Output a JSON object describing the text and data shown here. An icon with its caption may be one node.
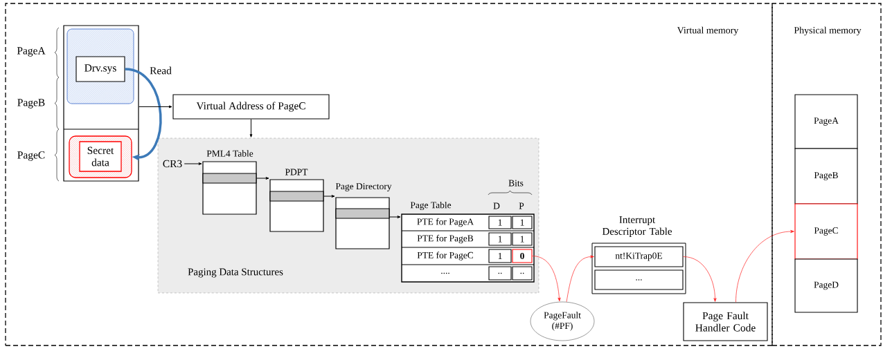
{
  "diagram": {
    "nodes": [
      {
        "text": [
          "Virtual memory"
        ]
      },
      {
        "text": [
          "Physical memory"
        ]
      },
      {
        "text": [],
        "shape": "box",
        "in": 0
      },
      {
        "text": [],
        "shape": "box",
        "in": 2
      },
      {
        "text": [
          "Drv.sys"
        ],
        "in": 3
      },
      {
        "text": [
          "Secret data"
        ],
        "in": 2
      },
      {
        "text": [
          "Virtual Address of PageC"
        ],
        "in": 0
      },
      {
        "text": [
          "Paging Data Structures"
        ],
        "in": 0
      },
      {
        "text": [
          "CR3"
        ],
        "in": 7
      },
      {
        "text": [
          "PML4 Table"
        ],
        "in": 7
      },
      {
        "text": [
          "PDPT"
        ],
        "in": 7
      },
      {
        "text": [
          "Page Directory"
        ],
        "in": 7
      },
      {
        "text": [
          "Page Table"
        ],
        "in": 7
      },
      {
        "text": [
          "PTE for PageA"
        ],
        "in": 12
      },
      {
        "text": [
          "1"
        ],
        "in": 12
      },
      {
        "text": [
          "1"
        ],
        "in": 12
      },
      {
        "text": [
          "PTE for PageB"
        ],
        "in": 12
      },
      {
        "text": [
          "1"
        ],
        "in": 12
      },
      {
        "text": [
          "1"
        ],
        "in": 12
      },
      {
        "text": [
          "PTE for PageC"
        ],
        "in": 12
      },
      {
        "text": [
          "1"
        ],
        "in": 12
      },
      {
        "text": [
          "0"
        ],
        "in": 12
      },
      {
        "text": [
          "...."
        ],
        "in": 12
      },
      {
        "text": [
          ".."
        ],
        "in": 12
      },
      {
        "text": [
          ".."
        ],
        "in": 12
      },
      {
        "text": [
          "Interrupt Descriptor Table"
        ],
        "in": 0
      },
      {
        "text": [
          "nt!KiTrap0E"
        ],
        "in": 25
      },
      {
        "text": [
          "..."
        ],
        "in": 25
      },
      {
        "text": [
          "PageFault (#PF)"
        ],
        "in": 0
      },
      {
        "text": [
          "Page Fault Handler Code"
        ],
        "in": 0
      },
      {
        "text": [
          "PageA"
        ],
        "in": 1
      },
      {
        "text": [
          "PageB"
        ],
        "in": 1
      },
      {
        "text": [
          "PageC"
        ],
        "in": 1
      },
      {
        "text": [
          "PageD"
        ],
        "in": 1
      }
    ],
    "edges": [
      {
        "from": 4,
        "to": 5,
        "arrow": "to",
        "label": "Read",
        "style": "thick",
        "color": "#3d7ab8"
      },
      {
        "from": 2,
        "to": 6,
        "arrow": "to"
      },
      {
        "from": 6,
        "to": 7,
        "arrow": "to"
      },
      {
        "from": 8,
        "to": 9,
        "arrow": "to"
      },
      {
        "from": 9,
        "to": 10,
        "arrow": "to"
      },
      {
        "from": 10,
        "to": 11,
        "arrow": "to"
      },
      {
        "from": 11,
        "to": 12,
        "arrow": "to"
      },
      {
        "from": 21,
        "to": 28,
        "arrow": "to",
        "color": "#ff2020"
      },
      {
        "from": 28,
        "to": 26,
        "arrow": "to",
        "color": "#ff2020"
      },
      {
        "from": 26,
        "to": 29,
        "arrow": "to",
        "color": "#ff2020"
      },
      {
        "from": 29,
        "to": 32,
        "arrow": "to",
        "color": "#ff2020"
      }
    ],
    "labels": [
      "PageA",
      "PageB",
      "PageC",
      "Bits",
      "D",
      "P"
    ]
  }
}
